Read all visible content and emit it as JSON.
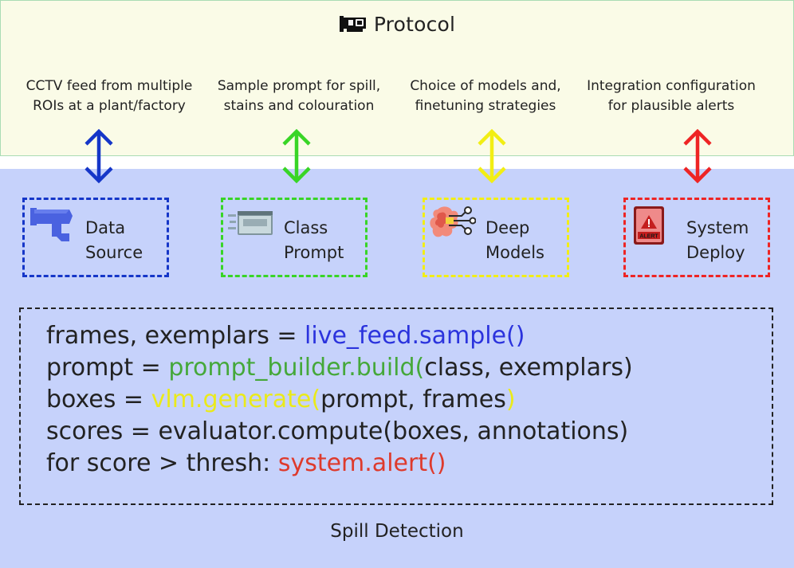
{
  "protocol": {
    "title": "Protocol",
    "icon": "network-card-icon"
  },
  "stages": [
    {
      "desc_line1": "CCTV feed from multiple",
      "desc_line2": "ROIs at a plant/factory",
      "label_line1": "Data",
      "label_line2": "Source",
      "color": "#1536c8",
      "icon": "cctv-camera-icon"
    },
    {
      "desc_line1": "Sample prompt for spill,",
      "desc_line2": "stains and colouration",
      "label_line1": "Class",
      "label_line2": "Prompt",
      "color": "#38d526",
      "icon": "prompt-card-icon"
    },
    {
      "desc_line1": "Choice of models and,",
      "desc_line2": "finetuning strategies",
      "label_line1": "Deep",
      "label_line2": "Models",
      "color": "#f2ee14",
      "icon": "brain-network-icon"
    },
    {
      "desc_line1": "Integration configuration",
      "desc_line2": "for plausible alerts",
      "label_line1": "System",
      "label_line2": "Deploy",
      "color": "#ee2424",
      "icon": "alert-sign-icon"
    }
  ],
  "code": {
    "line1_a": "frames, exemplars = ",
    "line1_b": "live_feed.sample()",
    "line2_a": "prompt = ",
    "line2_b": "prompt_builder.build(",
    "line2_c": "class, exemplars)",
    "line3_a": "boxes = ",
    "line3_b": "vlm.generate(",
    "line3_c": "prompt, frames",
    "line3_d": ")",
    "line4": "scores = evaluator.compute(boxes, annotations)",
    "line5_a": "for score > thresh: ",
    "line5_b": "system.alert()"
  },
  "footer": "Spill Detection"
}
